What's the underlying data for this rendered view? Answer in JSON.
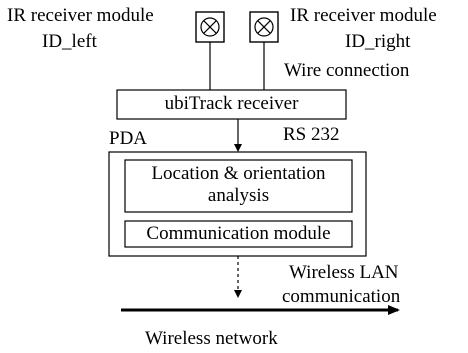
{
  "modules": {
    "left_title": "IR receiver module",
    "left_id": "ID_left",
    "right_title": "IR receiver module",
    "right_id": "ID_right",
    "wire_label": "Wire connection",
    "left_icon": "sensor-x-icon",
    "right_icon": "sensor-x-icon"
  },
  "receiver": {
    "label": "ubiTrack receiver"
  },
  "pda": {
    "label": "PDA",
    "link_label": "RS 232",
    "analysis_label": "Location & orientation analysis",
    "comm_label": "Communication module"
  },
  "network": {
    "wlan_label_line1": "Wireless LAN",
    "wlan_label_line2": "communication",
    "network_label": "Wireless network"
  }
}
